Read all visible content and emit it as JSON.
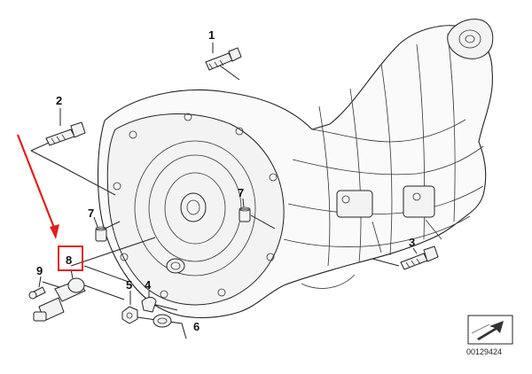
{
  "diagram": {
    "reference_number": "00129424",
    "callouts": [
      {
        "id": "1",
        "text": "1"
      },
      {
        "id": "2",
        "text": "2"
      },
      {
        "id": "3",
        "text": "3"
      },
      {
        "id": "4",
        "text": "4"
      },
      {
        "id": "5",
        "text": "5"
      },
      {
        "id": "6",
        "text": "6"
      },
      {
        "id": "7a",
        "text": "7"
      },
      {
        "id": "7b",
        "text": "7"
      },
      {
        "id": "8",
        "text": "8"
      },
      {
        "id": "9",
        "text": "9"
      }
    ],
    "highlight_color": "#e0201b",
    "arrow_color": "#e0201b"
  }
}
